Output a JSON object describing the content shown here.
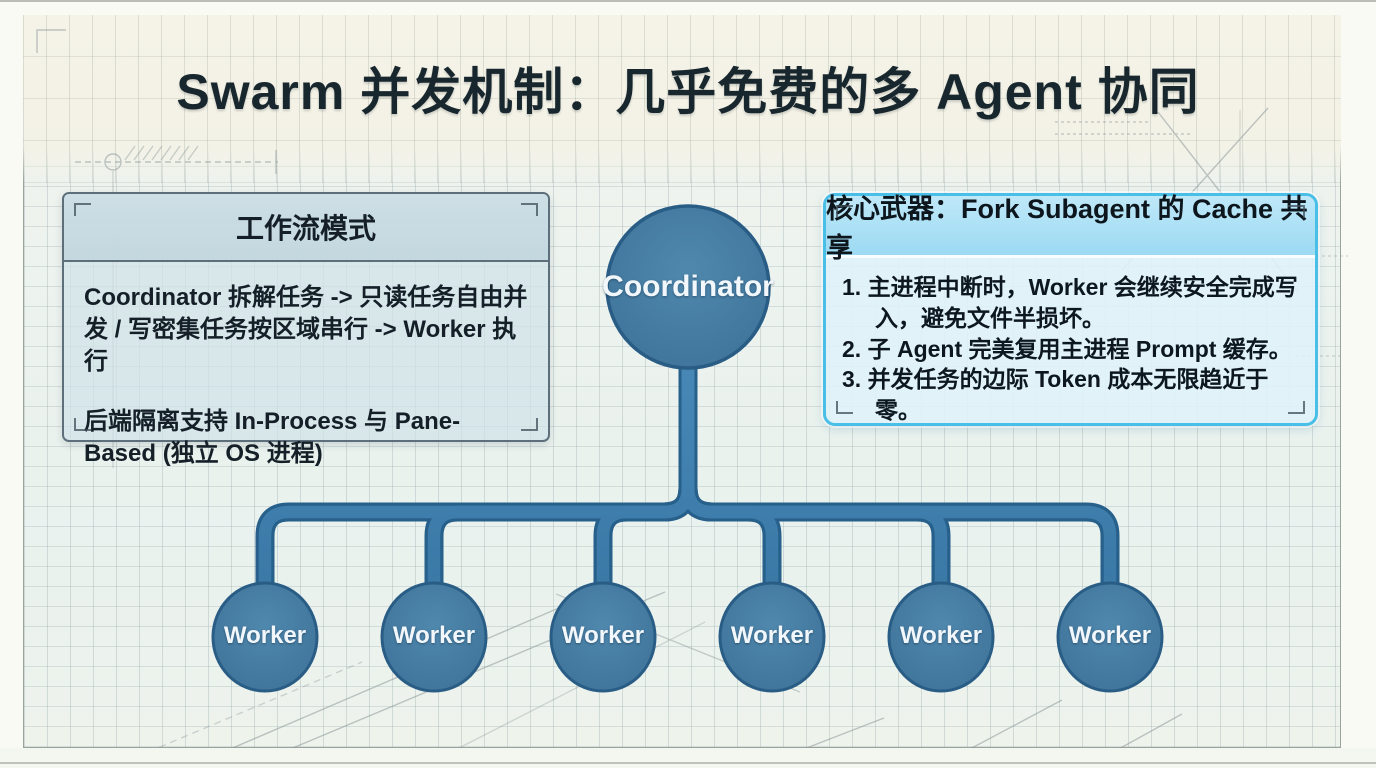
{
  "title": "Swarm 并发机制：几乎免费的多 Agent 协同",
  "left_box": {
    "header": "工作流模式",
    "paragraphs": [
      "Coordinator 拆解任务 -> 只读任务自由并发 / 写密集任务按区域串行 -> Worker 执行",
      "后端隔离支持 In-Process 与 Pane-Based (独立 OS 进程)"
    ]
  },
  "right_box": {
    "header": "核心武器：Fork Subagent 的 Cache 共享",
    "items": [
      "1. 主进程中断时，Worker 会继续安全完成写入，避免文件半损坏。",
      "2. 子 Agent 完美复用主进程 Prompt 缓存。",
      "3. 并发任务的边际 Token 成本无限趋近于零。"
    ]
  },
  "tree": {
    "root_label": "Coordinator",
    "workers": [
      "Worker",
      "Worker",
      "Worker",
      "Worker",
      "Worker",
      "Worker"
    ]
  },
  "colors": {
    "node_fill": "#45799f",
    "node_border": "#2a5d85",
    "connector_dark": "#27608b",
    "connector_light": "#3f81b0",
    "right_box_border": "#49bee6",
    "left_box_border": "#5c6f7b",
    "title_text": "#18262e",
    "paper_cream": "#f4f2e6",
    "paper_cyan": "#eaf2ee"
  }
}
